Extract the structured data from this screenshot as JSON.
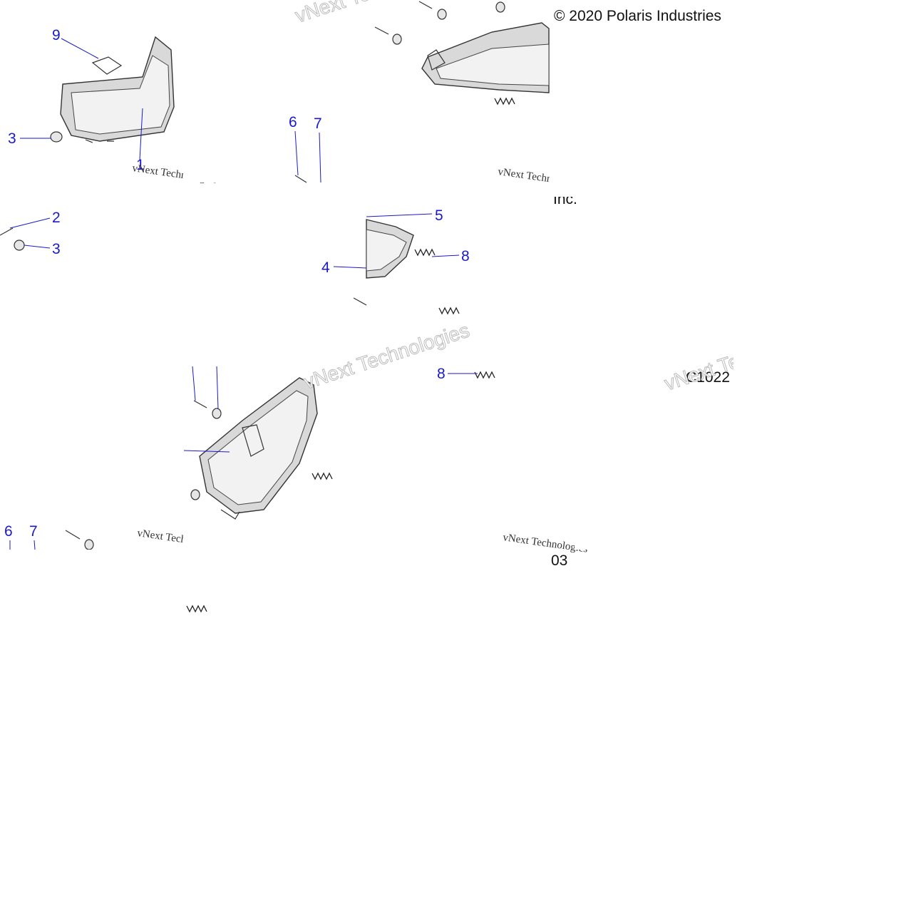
{
  "copyright": "© 2020 Polaris Industries",
  "copyright_fragment": "Inc.",
  "drawing_code": "C1022",
  "drawing_code_fragment": "03",
  "watermark_serif": "vNext Technologies",
  "watermark_ghost": "vNext Technologies",
  "callouts": {
    "c1": "1",
    "c2": "2",
    "c3a": "3",
    "c3b": "3",
    "c4": "4",
    "c5": "5",
    "c6a": "6",
    "c6b": "6",
    "c7a": "7",
    "c7b": "7",
    "c8a": "8",
    "c8b": "8",
    "c9": "9"
  },
  "colors": {
    "callout": "#1a1acc",
    "part": "#d9d9d9"
  }
}
